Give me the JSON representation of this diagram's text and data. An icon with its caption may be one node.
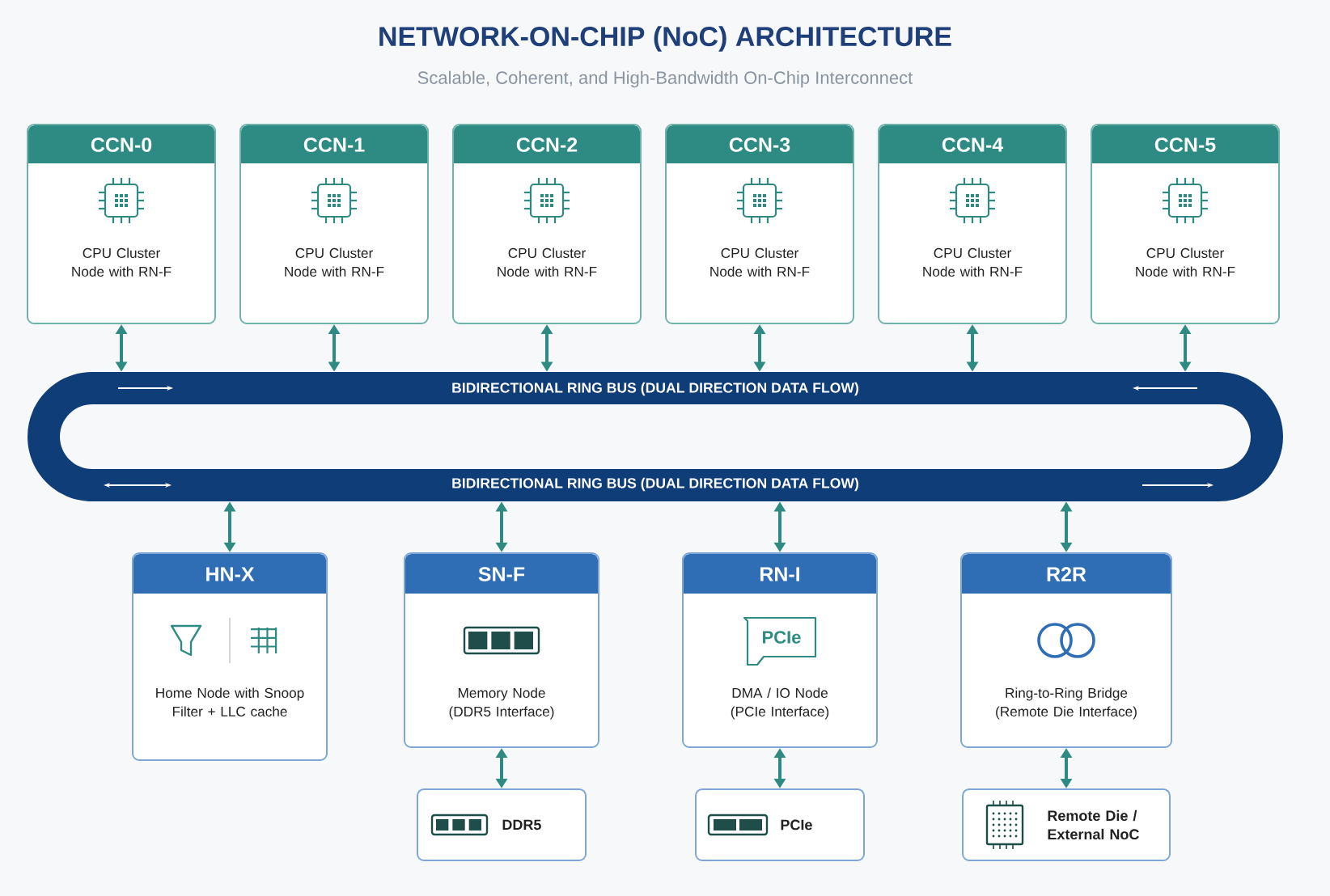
{
  "diagram": {
    "title": "NETWORK-ON-CHIP (NoC) ARCHITECTURE",
    "caption": "Scalable, Coherent, and High-Bandwidth On-Chip Interconnect",
    "nodes": [
      {
        "text": [
          "CCN-0",
          "CPU Cluster Node with RN-F"
        ]
      },
      {
        "text": [
          "CCN-1",
          "CPU Cluster Node with RN-F"
        ]
      },
      {
        "text": [
          "CCN-2",
          "CPU Cluster Node with RN-F"
        ]
      },
      {
        "text": [
          "CCN-3",
          "CPU Cluster Node with RN-F"
        ]
      },
      {
        "text": [
          "CCN-4",
          "CPU Cluster Node with RN-F"
        ]
      },
      {
        "text": [
          "CCN-5",
          "CPU Cluster Node with RN-F"
        ]
      },
      {
        "text": [
          "BIDIRECTIONAL RING BUS (DUAL DIRECTION DATA FLOW)",
          "BIDIRECTIONAL RING BUS (DUAL DIRECTION DATA FLOW)"
        ]
      },
      {
        "text": [
          "HN-X",
          "Home Node with Snoop Filter + LLC cache"
        ]
      },
      {
        "text": [
          "SN-F",
          "Memory Node (DDR5 Interface)"
        ]
      },
      {
        "text": [
          "RN-I",
          "PCIe",
          "DMA / IO Node (PCIe Interface)"
        ]
      },
      {
        "text": [
          "R2R",
          "Ring-to-Ring Bridge (Remote Die Interface)"
        ]
      },
      {
        "text": [
          "DDR5"
        ]
      },
      {
        "text": [
          "PCIe"
        ]
      },
      {
        "text": [
          "Remote Die / External NoC"
        ]
      }
    ],
    "edges": [
      {
        "from": 0,
        "to": 6,
        "arrow": "both"
      },
      {
        "from": 1,
        "to": 6,
        "arrow": "both"
      },
      {
        "from": 2,
        "to": 6,
        "arrow": "both"
      },
      {
        "from": 3,
        "to": 6,
        "arrow": "both"
      },
      {
        "from": 4,
        "to": 6,
        "arrow": "both"
      },
      {
        "from": 5,
        "to": 6,
        "arrow": "both"
      },
      {
        "from": 6,
        "to": 7,
        "arrow": "both"
      },
      {
        "from": 6,
        "to": 8,
        "arrow": "both"
      },
      {
        "from": 6,
        "to": 9,
        "arrow": "both"
      },
      {
        "from": 6,
        "to": 10,
        "arrow": "both"
      },
      {
        "from": 8,
        "to": 11,
        "arrow": "both"
      },
      {
        "from": 9,
        "to": 12,
        "arrow": "both"
      },
      {
        "from": 10,
        "to": 13,
        "arrow": "both"
      }
    ]
  }
}
